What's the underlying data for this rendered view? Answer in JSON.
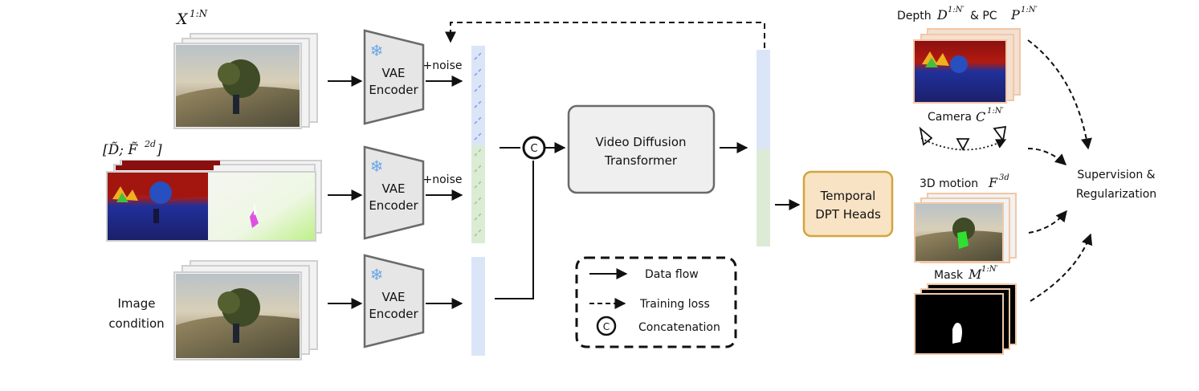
{
  "inputs": {
    "x_label": {
      "base": "X",
      "sup": "1:N"
    },
    "depth_flow_label": "[D̃; F̃",
    "depth_flow_sup": "2d",
    "depth_flow_close": "]",
    "image_condition": [
      "Image",
      "condition"
    ]
  },
  "encoders": [
    {
      "line1": "VAE",
      "line2": "Encoder"
    },
    {
      "line1": "VAE",
      "line2": "Encoder"
    },
    {
      "line1": "VAE",
      "line2": "Encoder"
    }
  ],
  "noise_labels": [
    "+noise",
    "+noise"
  ],
  "concat_symbol": "C",
  "transformer": {
    "line1": "Video Diffusion",
    "line2": "Transformer"
  },
  "heads": {
    "line1": "Temporal",
    "line2": "DPT Heads"
  },
  "outputs": {
    "depth": {
      "prefix": "Depth ",
      "d": "D",
      "d_sup": "1:N′",
      "mid": "& PC ",
      "p": "P",
      "p_sup": "1:N′"
    },
    "camera": {
      "prefix": "Camera ",
      "c": "C",
      "c_sup": "1:N′"
    },
    "motion": {
      "prefix": "3D motion ",
      "f": "F",
      "f_sup": "3d"
    },
    "mask": {
      "prefix": "Mask ",
      "m": "M",
      "m_sup": "1:N′"
    }
  },
  "supervision": {
    "line1": "Supervision &",
    "line2": "Regularization"
  },
  "legend": {
    "data_flow": "Data flow",
    "training_loss": "Training loss",
    "concatenation": "Concatenation",
    "concat_symbol": "C"
  },
  "colors": {
    "encoder_fill": "#e6e6e6",
    "encoder_stroke": "#6a6a6a",
    "noise_latent_blue": "#dbe5f8",
    "noise_latent_green": "#dcebd5",
    "heads_fill": "#f9e3c5",
    "heads_stroke": "#d4a43a",
    "transformer_fill": "#efefef",
    "depth_frame_stroke": "#f0c8a8"
  }
}
